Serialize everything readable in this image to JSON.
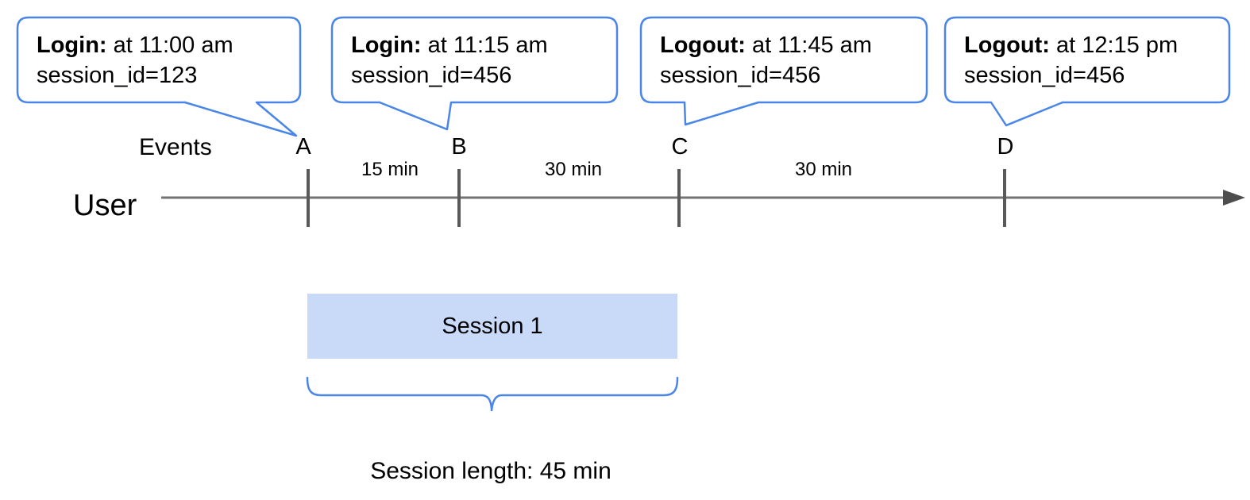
{
  "colors": {
    "callout_border": "#4a86e8",
    "brace": "#4a86e8",
    "session_box_fill": "#c9daf8",
    "timeline_line": "#737373",
    "tick": "#595959",
    "arrowhead": "#4d4d4d",
    "text": "#000000"
  },
  "callouts": [
    {
      "event": "Login:",
      "detail": "at 11:00 am",
      "session": "session_id=123",
      "points_to": "A"
    },
    {
      "event": "Login:",
      "detail": "at 11:15 am",
      "session": "session_id=456",
      "points_to": "B"
    },
    {
      "event": "Logout:",
      "detail": "at 11:45 am",
      "session": "session_id=456",
      "points_to": "C"
    },
    {
      "event": "Logout:",
      "detail": "at 12:15 pm",
      "session": "session_id=456",
      "points_to": "D"
    }
  ],
  "timeline": {
    "events_label": "Events",
    "user_label": "User",
    "markers": {
      "a": "A",
      "b": "B",
      "c": "C",
      "d": "D"
    },
    "intervals": {
      "ab": "15 min",
      "bc": "30 min",
      "cd": "30 min"
    }
  },
  "session": {
    "box_label": "Session 1",
    "length_label": "Session length: 45 min"
  }
}
